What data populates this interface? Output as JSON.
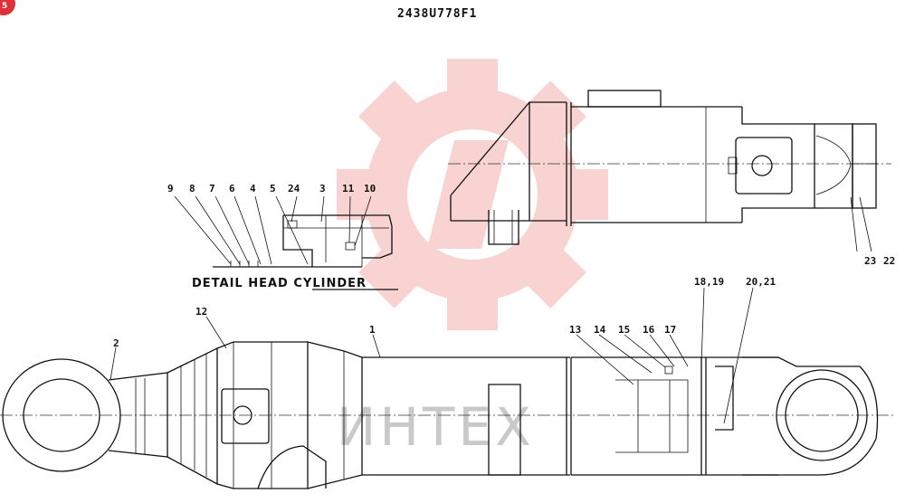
{
  "drawing_number": "2438U778F1",
  "detail_title": "DETAIL HEAD CYLINDER",
  "watermark_text": "ИНТЕХ",
  "badge_text": "5",
  "watermark_color": "#f08080",
  "callouts": {
    "c9": "9",
    "c8": "8",
    "c7": "7",
    "c6": "6",
    "c4": "4",
    "c5": "5",
    "c24": "24",
    "c3": "3",
    "c11": "11",
    "c10": "10",
    "c23": "23",
    "c22": "22",
    "c12": "12",
    "c2": "2",
    "c1": "1",
    "c13": "13",
    "c14": "14",
    "c15": "15",
    "c16": "16",
    "c17": "17",
    "c18_19": "18,19",
    "c20_21": "20,21"
  }
}
